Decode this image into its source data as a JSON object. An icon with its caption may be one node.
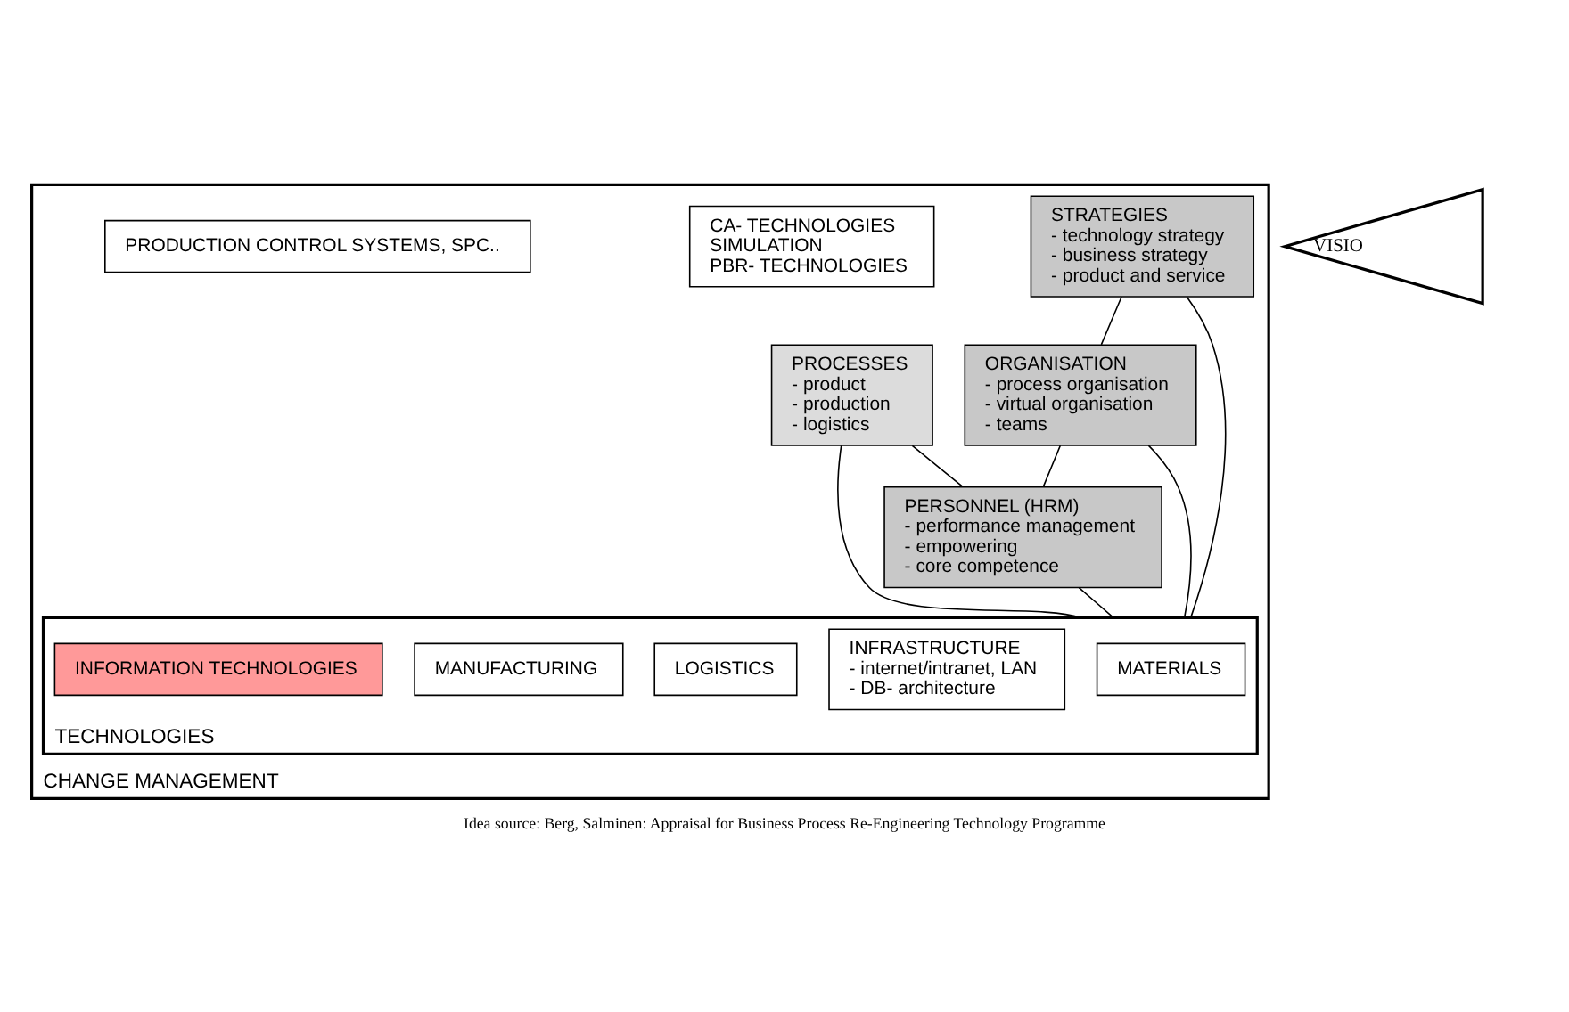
{
  "diagram": {
    "caption": "Idea source: Berg, Salminen: Appraisal for Business Process Re-Engineering Technology Programme",
    "nodes": [
      {
        "text": [
          "CHANGE MANAGEMENT"
        ]
      },
      {
        "text": [
          "STRATEGIES",
          "- technology strategy",
          "- business strategy",
          "- product and service"
        ],
        "in": 0
      },
      {
        "text": [
          "PROCESSES",
          "- product",
          "- production",
          "- logistics"
        ],
        "in": 0
      },
      {
        "text": [
          "CA- TECHNOLOGIES",
          "SIMULATION",
          "PBR- TECHNOLOGIES"
        ],
        "in": 0
      },
      {
        "text": [
          "TECHNOLOGIES"
        ],
        "in": 0
      },
      {
        "text": [
          "MATERIALS"
        ],
        "in": 4
      },
      {
        "text": [
          "INFRASTRUCTURE",
          "- internet/intranet, LAN",
          "- DB- architecture"
        ],
        "in": 4
      },
      {
        "text": [
          "LOGISTICS"
        ],
        "in": 4
      },
      {
        "text": [
          "MANUFACTURING"
        ],
        "in": 4
      },
      {
        "text": [
          "INFORMATION TECHNOLOGIES"
        ],
        "in": 4
      },
      {
        "text": [
          "PRODUCTION CONTROL SYSTEMS, SPC.."
        ],
        "in": 0
      },
      {
        "text": [
          "ORGANISATION",
          "- process organisation",
          "- virtual organisation",
          "- teams"
        ],
        "in": 0
      },
      {
        "text": [
          "PERSONNEL (HRM)",
          "- performance management",
          "- empowering",
          "- core competence"
        ],
        "in": 0
      },
      {
        "text": [
          "VISIO"
        ]
      }
    ],
    "edges": [
      {
        "from": 1,
        "to": 4,
        "arrow": "none"
      },
      {
        "from": 2,
        "to": 4,
        "arrow": "none"
      },
      {
        "from": 11,
        "to": 4,
        "arrow": "none"
      },
      {
        "from": 12,
        "to": 4,
        "arrow": "none"
      },
      {
        "from": 1,
        "to": 11,
        "arrow": "none"
      },
      {
        "from": 2,
        "to": 12,
        "arrow": "none"
      },
      {
        "from": 11,
        "to": 12,
        "arrow": "none"
      }
    ]
  }
}
